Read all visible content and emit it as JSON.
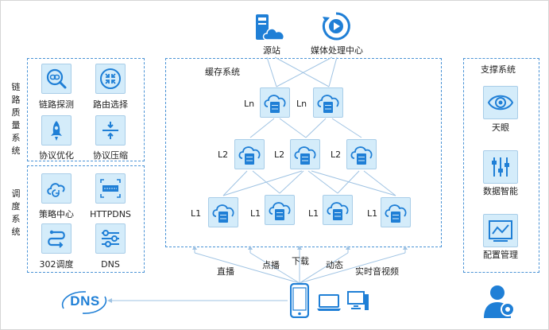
{
  "left_panel": {
    "link_quality_title": "链路质量系统",
    "link_quality_items": [
      {
        "label": "链路探测",
        "icon": "link-search-icon"
      },
      {
        "label": "路由选择",
        "icon": "route-select-icon"
      },
      {
        "label": "协议优化",
        "icon": "rocket-icon"
      },
      {
        "label": "协议压缩",
        "icon": "compress-icon"
      }
    ],
    "dispatch_title": "调度系统",
    "dispatch_items": [
      {
        "label": "策略中心",
        "icon": "strategy-cloud-icon"
      },
      {
        "label": "HTTPDNS",
        "icon": "httpdns-icon"
      },
      {
        "label": "302调度",
        "icon": "redirect-302-icon"
      },
      {
        "label": "DNS",
        "icon": "dns-settings-icon"
      }
    ]
  },
  "center_panel": {
    "title": "缓存系统",
    "levels": {
      "ln": "Ln",
      "l2": "L2",
      "l1": "L1"
    },
    "source_label": "源站",
    "media_label": "媒体处理中心",
    "request_types": [
      "直播",
      "点播",
      "下载",
      "动态",
      "实时音视频"
    ]
  },
  "right_panel": {
    "title": "支撑系统",
    "items": [
      {
        "label": "天眼",
        "icon": "eye-icon"
      },
      {
        "label": "数据智能",
        "icon": "sliders-icon"
      },
      {
        "label": "配置管理",
        "icon": "chart-board-icon"
      }
    ]
  },
  "bottom": {
    "dns_text": "DNS"
  },
  "colors": {
    "primary": "#1f7fd6",
    "tile_bg": "#d4ecfa",
    "dashed_border": "#4a93d6",
    "line": "#9fc3e3"
  }
}
